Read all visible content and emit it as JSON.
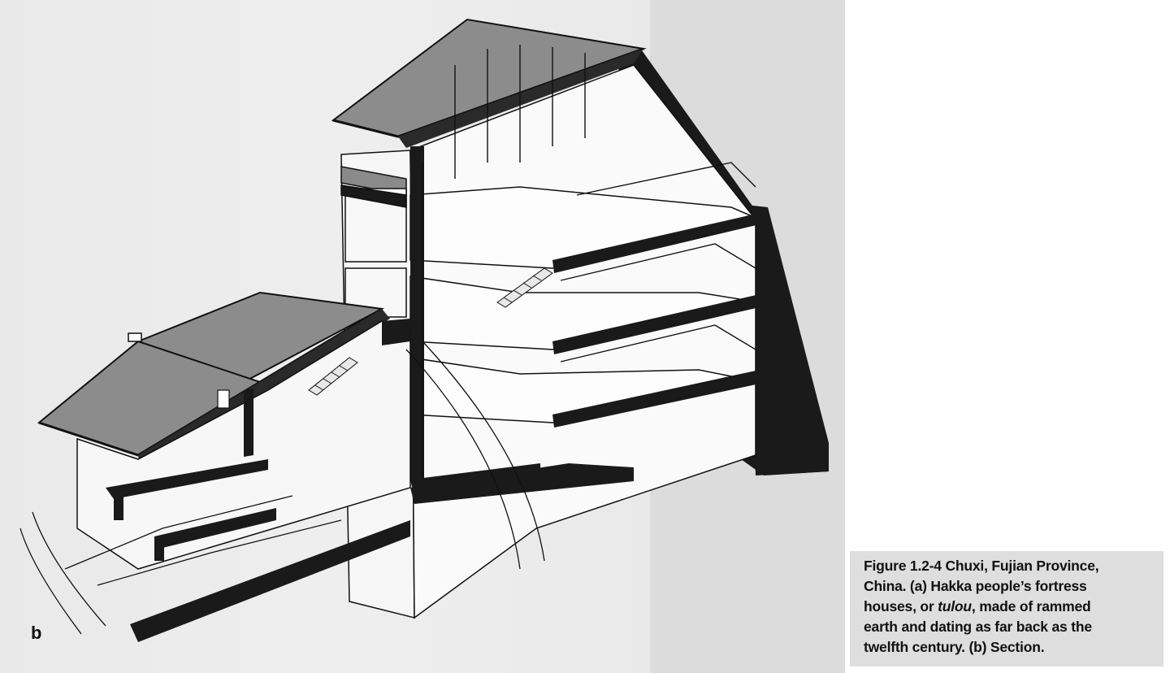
{
  "panel_label": "b",
  "caption": {
    "line1": "Figure 1.2-4  Chuxi, Fujian Province,",
    "line2": "China. (a) Hakka people’s fortress",
    "line3a": "houses, or ",
    "line3b": "tulou",
    "line3c": ", made of rammed",
    "line4": "earth and dating as far back as the",
    "line5": "twelfth century. (b) Section."
  },
  "colors": {
    "paper": "#f4f4f4",
    "ink": "#111111",
    "roof": "#8a8a8a",
    "wall": "#1a1a1a",
    "caption_bg": "#dedede"
  }
}
